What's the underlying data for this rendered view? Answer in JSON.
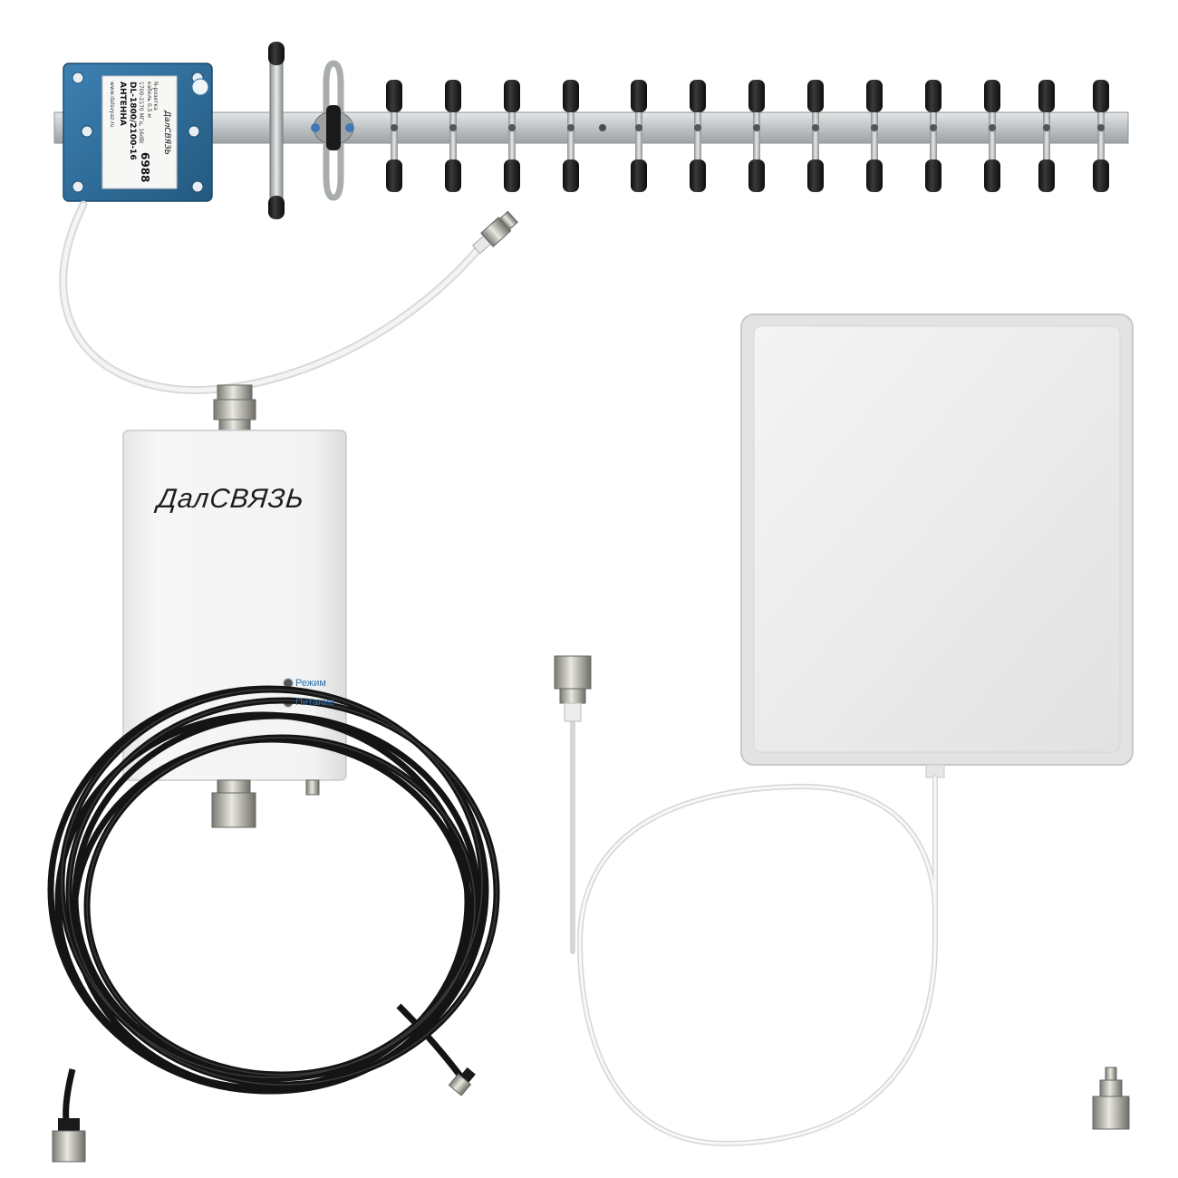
{
  "repeater": {
    "brand": "ДалСВЯЗЬ",
    "led_mode_label": "Режим",
    "led_power_label": "Питание"
  },
  "antenna_label": {
    "site": "www.dalsvyaz.ru",
    "title": "АНТЕННА",
    "model": "DL-1800/2100-16",
    "frequency": "1700-2170 МГц, 16dBi",
    "cable": "кабель 0,5 м",
    "connector": "N-розетка",
    "brand": "ДалСВЯЗЬ",
    "code": "6988"
  },
  "colors": {
    "antenna_plate": "#2f6f9e",
    "boom": "#c8cbcc",
    "cap": "#1a1a1a",
    "cable_black": "#151515",
    "cable_white": "#e6e6e6",
    "panel": "#eeeeee"
  }
}
